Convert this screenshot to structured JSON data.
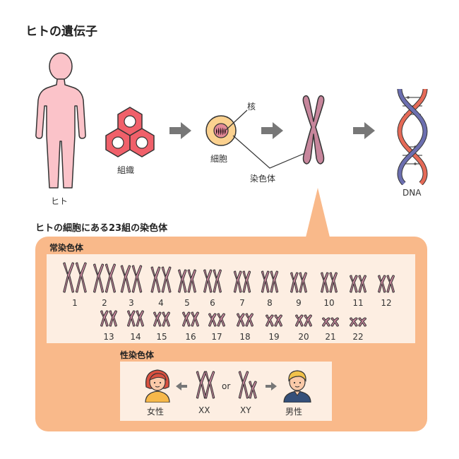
{
  "title": "ヒトの遺伝子",
  "labels": {
    "human": "ヒト",
    "tissue": "組織",
    "cell": "細胞",
    "nucleus": "核",
    "chromosome": "染色体",
    "dna": "DNA"
  },
  "panel": {
    "heading": "ヒトの細胞にある23組の染色体",
    "autosome_heading": "常染色体",
    "autosome_numbers": [
      "1",
      "2",
      "3",
      "4",
      "5",
      "6",
      "7",
      "8",
      "9",
      "10",
      "11",
      "12",
      "13",
      "14",
      "15",
      "16",
      "17",
      "18",
      "19",
      "20",
      "21",
      "22"
    ],
    "sex_heading": "性染色体",
    "female": "女性",
    "male": "男性",
    "xx": "XX",
    "xy": "XY",
    "or": "or"
  },
  "colors": {
    "skin": "#fbc3c9",
    "outline": "#333333",
    "hex_fill": "#f0606a",
    "chromosome": "#c7869c",
    "arrow": "#777777",
    "panel": "#f9b98a",
    "box": "#fdeee2",
    "dna_red": "#e66a57",
    "dna_blue": "#6c6fb0"
  }
}
